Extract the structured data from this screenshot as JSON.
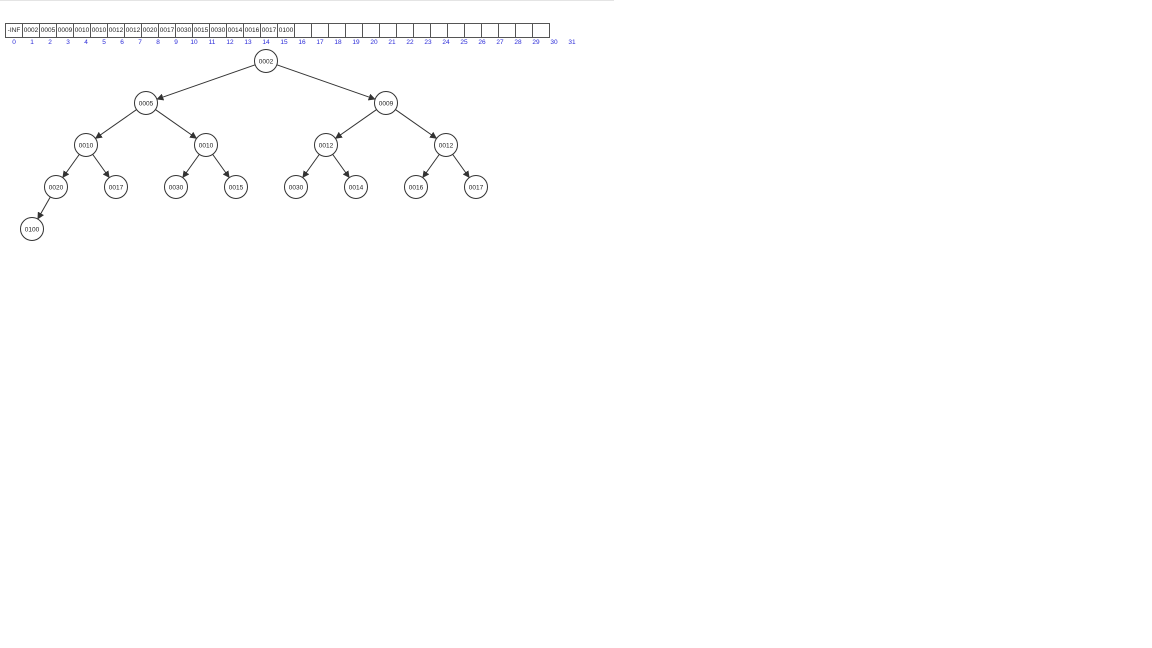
{
  "array": {
    "cells": [
      "-INF",
      "0002",
      "0005",
      "0009",
      "0010",
      "0010",
      "0012",
      "0012",
      "0020",
      "0017",
      "0030",
      "0015",
      "0030",
      "0014",
      "0016",
      "0017",
      "0100",
      "",
      "",
      "",
      "",
      "",
      "",
      "",
      "",
      "",
      "",
      "",
      "",
      "",
      "",
      ""
    ],
    "indices": [
      "0",
      "1",
      "2",
      "3",
      "4",
      "5",
      "6",
      "7",
      "8",
      "9",
      "10",
      "11",
      "12",
      "13",
      "14",
      "15",
      "16",
      "17",
      "18",
      "19",
      "20",
      "21",
      "22",
      "23",
      "24",
      "25",
      "26",
      "27",
      "28",
      "29",
      "30",
      "31"
    ]
  },
  "tree": {
    "nodes": [
      {
        "heap_index": 1,
        "label": "0002"
      },
      {
        "heap_index": 2,
        "label": "0005"
      },
      {
        "heap_index": 3,
        "label": "0009"
      },
      {
        "heap_index": 4,
        "label": "0010"
      },
      {
        "heap_index": 5,
        "label": "0010"
      },
      {
        "heap_index": 6,
        "label": "0012"
      },
      {
        "heap_index": 7,
        "label": "0012"
      },
      {
        "heap_index": 8,
        "label": "0020"
      },
      {
        "heap_index": 9,
        "label": "0017"
      },
      {
        "heap_index": 10,
        "label": "0030"
      },
      {
        "heap_index": 11,
        "label": "0015"
      },
      {
        "heap_index": 12,
        "label": "0030"
      },
      {
        "heap_index": 13,
        "label": "0014"
      },
      {
        "heap_index": 14,
        "label": "0016"
      },
      {
        "heap_index": 15,
        "label": "0017"
      },
      {
        "heap_index": 16,
        "label": "0100"
      }
    ],
    "edges": [
      [
        1,
        2
      ],
      [
        1,
        3
      ],
      [
        2,
        4
      ],
      [
        2,
        5
      ],
      [
        3,
        6
      ],
      [
        3,
        7
      ],
      [
        4,
        8
      ],
      [
        4,
        9
      ],
      [
        5,
        10
      ],
      [
        5,
        11
      ],
      [
        6,
        12
      ],
      [
        6,
        13
      ],
      [
        7,
        14
      ],
      [
        7,
        15
      ],
      [
        8,
        16
      ]
    ]
  },
  "colors": {
    "index_text": "#2a2ad8",
    "stroke": "#333333"
  }
}
